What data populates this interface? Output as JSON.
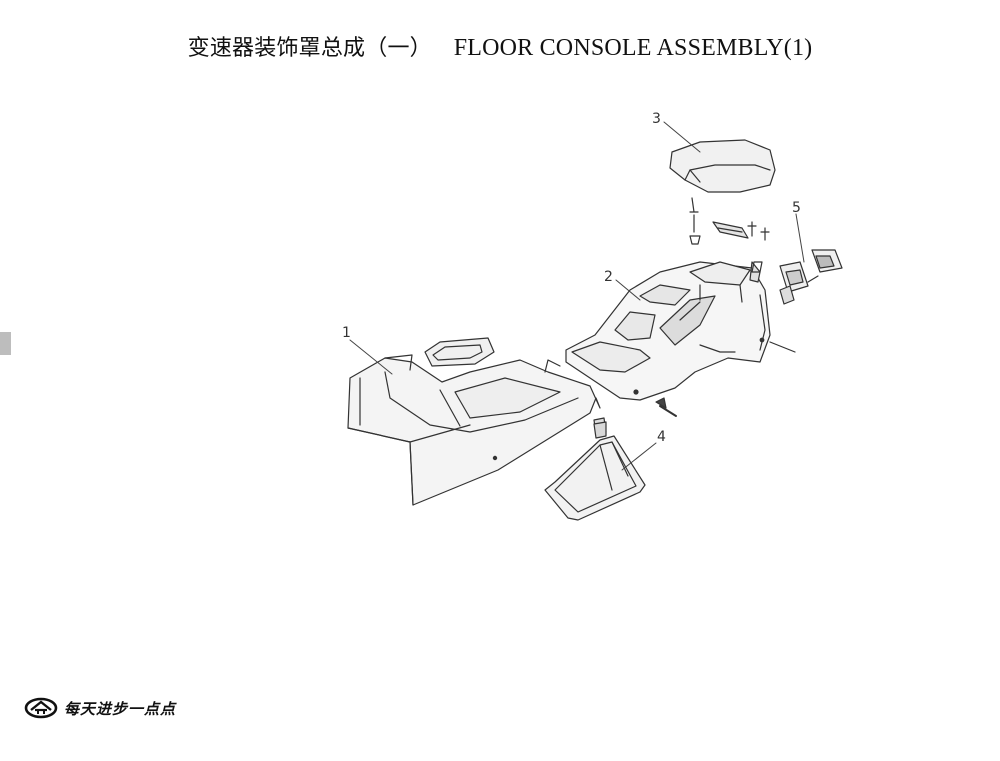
{
  "header": {
    "title_zh": "变速器装饰罩总成（一）",
    "title_en": "FLOOR CONSOLE ASSEMBLY(1)"
  },
  "diagram": {
    "callouts": [
      "1",
      "2",
      "3",
      "4",
      "5"
    ]
  },
  "footer": {
    "logo_icon": "brand-logo-icon",
    "slogan": "每天进步一点点"
  }
}
